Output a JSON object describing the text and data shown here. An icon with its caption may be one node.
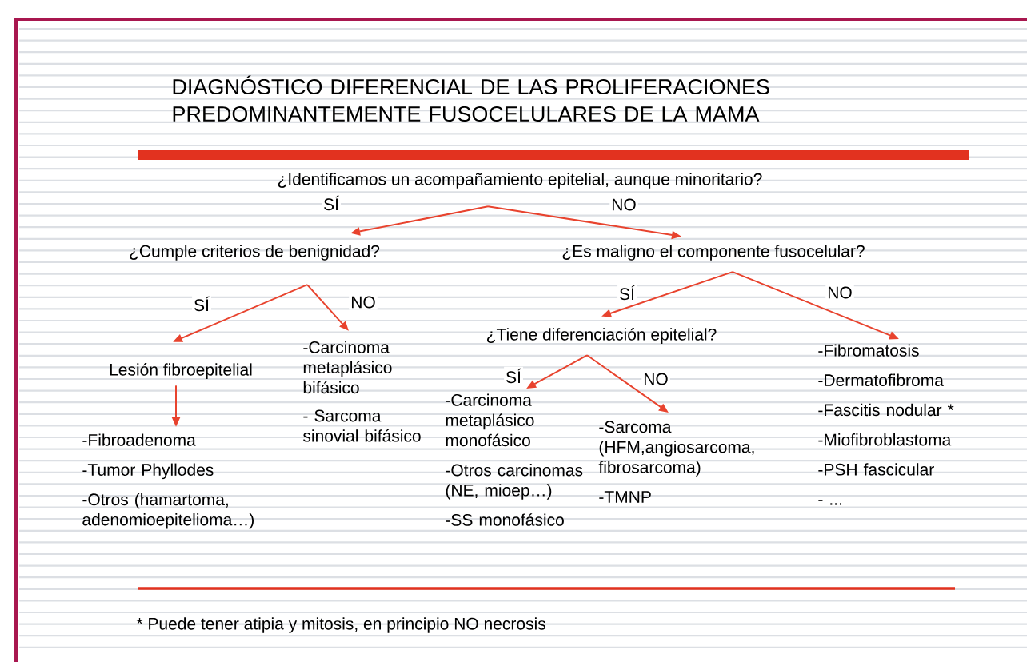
{
  "diagram": {
    "title": "DIAGNÓSTICO DIFERENCIAL DE LAS PROLIFERACIONES PREDOMINANTEMENTE FUSOCELULARES DE LA MAMA",
    "nodes": [
      {
        "text": [
          "¿Identificamos un acompañamiento epitelial, aunque minoritario?"
        ]
      },
      {
        "text": [
          "¿Cumple criterios de benignidad?"
        ]
      },
      {
        "text": [
          "¿Es maligno el componente fusocelular?"
        ]
      },
      {
        "text": [
          "Lesión fibroepitelial"
        ]
      },
      {
        "text": [
          "-Carcinoma metaplásico bifásico",
          "- Sarcoma sinovial bifásico"
        ]
      },
      {
        "text": [
          "¿Tiene diferenciación epitelial?"
        ]
      },
      {
        "text": [
          "-Fibromatosis",
          "-Dermatofibroma",
          "-Fascitis nodular *",
          "-Miofibroblastoma",
          "-PSH fascicular",
          "- ..."
        ]
      },
      {
        "text": [
          "-Carcinoma metaplásico monofásico",
          "-Otros carcinomas (NE, mioep…)",
          "-SS monofásico"
        ]
      },
      {
        "text": [
          "-Sarcoma (HFM,angiosarcoma, fibrosarcoma)",
          "-TMNP"
        ]
      },
      {
        "text": [
          "-Fibroadenoma",
          "-Tumor Phyllodes",
          "-Otros (hamartoma, adenomioepitelioma…)"
        ]
      }
    ],
    "edges": [
      {
        "from": 0,
        "to": 1,
        "arrow": "to",
        "label": "SÍ"
      },
      {
        "from": 0,
        "to": 2,
        "arrow": "to",
        "label": "NO"
      },
      {
        "from": 1,
        "to": 3,
        "arrow": "to",
        "label": "SÍ"
      },
      {
        "from": 1,
        "to": 4,
        "arrow": "to",
        "label": "NO"
      },
      {
        "from": 2,
        "to": 5,
        "arrow": "to",
        "label": "SÍ"
      },
      {
        "from": 2,
        "to": 6,
        "arrow": "to",
        "label": "NO"
      },
      {
        "from": 5,
        "to": 7,
        "arrow": "to",
        "label": "SÍ"
      },
      {
        "from": 5,
        "to": 8,
        "arrow": "to",
        "label": "NO"
      },
      {
        "from": 3,
        "to": 9,
        "arrow": "to"
      }
    ],
    "labels": [
      "* Puede tener atipia y mitosis, en principio NO necrosis"
    ]
  }
}
